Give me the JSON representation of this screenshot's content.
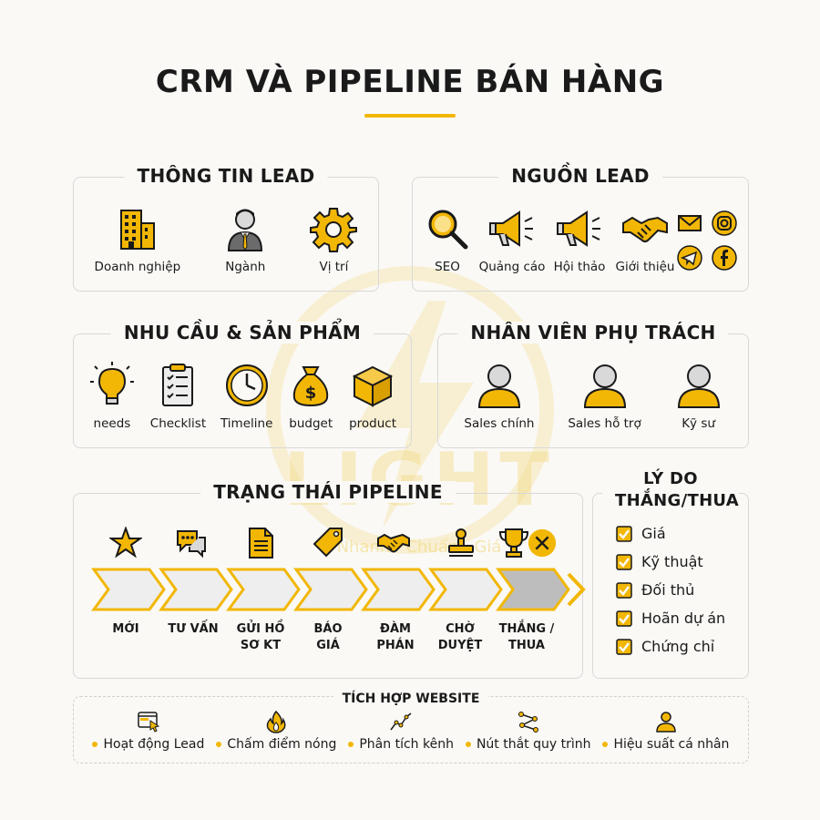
{
  "title": "CRM VÀ PIPELINE BÁN HÀNG",
  "watermark": {
    "text": "LIGHT",
    "sub": "Nhanh · Chuẩn · Giá"
  },
  "lead_info": {
    "title": "THÔNG TIN LEAD",
    "items": [
      {
        "label": "Doanh nghiệp",
        "icon": "building-icon"
      },
      {
        "label": "Ngành",
        "icon": "businessman-icon"
      },
      {
        "label": "Vị trí",
        "icon": "gear-icon"
      }
    ]
  },
  "lead_source": {
    "title": "NGUỒN LEAD",
    "items": [
      {
        "label": "SEO",
        "icon": "magnifier-icon"
      },
      {
        "label": "Quảng cáo",
        "icon": "megaphone-icon"
      },
      {
        "label": "Hội thảo",
        "icon": "megaphone-icon"
      },
      {
        "label": "Giới thiệu",
        "icon": "handshake-icon"
      }
    ],
    "social_icons": [
      "mail-icon",
      "instagram-icon",
      "telegram-icon",
      "facebook-icon"
    ]
  },
  "needs": {
    "title": "NHU CẦU & SẢN PHẨM",
    "items": [
      {
        "label": "needs",
        "icon": "lightbulb-icon"
      },
      {
        "label": "Checklist",
        "icon": "clipboard-icon"
      },
      {
        "label": "Timeline",
        "icon": "clock-icon"
      },
      {
        "label": "budget",
        "icon": "money-bag-icon"
      },
      {
        "label": "product",
        "icon": "box-icon"
      }
    ]
  },
  "staff": {
    "title": "NHÂN VIÊN PHỤ TRÁCH",
    "items": [
      {
        "label": "Sales chính",
        "icon": "person-icon"
      },
      {
        "label": "Sales hỗ trợ",
        "icon": "person-icon"
      },
      {
        "label": "Kỹ sư",
        "icon": "person-icon"
      }
    ]
  },
  "pipeline": {
    "title": "TRẠNG THÁI PIPELINE",
    "stages": [
      {
        "label": "MỚI",
        "icon": "star-icon"
      },
      {
        "label": "TƯ VẤN",
        "icon": "chat-icon"
      },
      {
        "label": "GỬI HỒ SƠ KT",
        "icon": "document-icon"
      },
      {
        "label": "BÁO GIÁ",
        "icon": "price-tag-icon"
      },
      {
        "label": "ĐÀM PHÁN",
        "icon": "handshake-icon"
      },
      {
        "label": "CHỜ DUYỆT",
        "icon": "stamp-icon"
      },
      {
        "label": "THẮNG / THUA",
        "icon": "trophy-icon"
      }
    ]
  },
  "reasons": {
    "title": "LÝ DO THẮNG/THUA",
    "items": [
      "Giá",
      "Kỹ thuật",
      "Đối thủ",
      "Hoãn dự án",
      "Chứng chỉ"
    ]
  },
  "website": {
    "title": "TÍCH HỢP WEBSITE",
    "items": [
      {
        "label": "Hoạt động Lead",
        "icon": "browser-cursor-icon"
      },
      {
        "label": "Chấm điểm nóng",
        "icon": "flame-icon"
      },
      {
        "label": "Phân tích kênh",
        "icon": "line-chart-icon"
      },
      {
        "label": "Nút thắt quy trình",
        "icon": "workflow-icon"
      },
      {
        "label": "Hiệu suất cá nhân",
        "icon": "user-icon"
      }
    ]
  },
  "colors": {
    "accent": "#f2b705",
    "ink": "#1a1a1a",
    "border": "#d8d8d8",
    "chevron": "#eeeeee"
  }
}
